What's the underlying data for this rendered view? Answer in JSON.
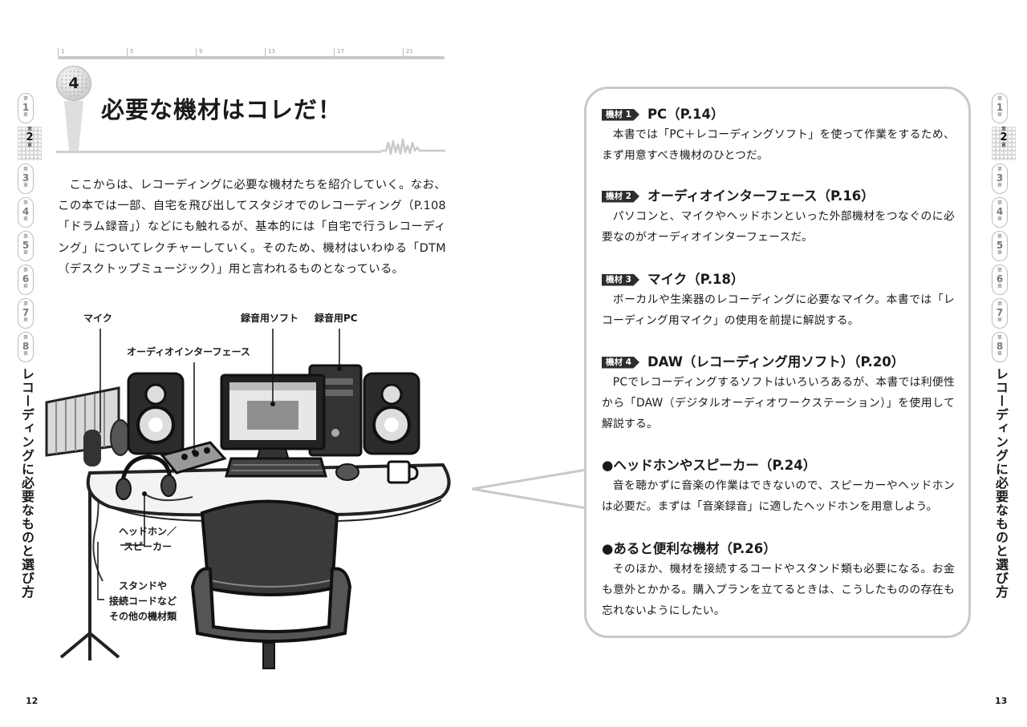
{
  "ruler": {
    "ticks": [
      "1",
      "5",
      "9",
      "13",
      "17",
      "21"
    ]
  },
  "title": {
    "number": "4",
    "text": "必要な機材はコレだ！"
  },
  "intro": "ここからは、レコーディングに必要な機材たちを紹介していく。なお、この本では一部、自宅を飛び出してスタジオでのレコーディング（P.108「ドラム録音」）などにも触れるが、基本的には「自宅で行うレコーディング」についてレクチャーしていく。そのため、機材はいわゆる「DTM（デスクトップミュージック）」用と言われるものとなっている。",
  "illustration": {
    "labels": {
      "mic": "マイク",
      "software": "録音用ソフト",
      "pc": "録音用PC",
      "interface": "オーディオインターフェース",
      "headphones": [
        "ヘッドホン／",
        "スピーカー"
      ],
      "stand": [
        "スタンドや",
        "接続コードなど",
        "その他の機材類"
      ]
    }
  },
  "sections": [
    {
      "tag": "機材 1",
      "heading": "PC（P.14）",
      "body": "本書では「PC＋レコーディングソフト」を使って作業をするため、まず用意すべき機材のひとつだ。"
    },
    {
      "tag": "機材 2",
      "heading": "オーディオインターフェース（P.16）",
      "body": "パソコンと、マイクやヘッドホンといった外部機材をつなぐのに必要なのがオーディオインターフェースだ。"
    },
    {
      "tag": "機材 3",
      "heading": "マイク（P.18）",
      "body": "ボーカルや生楽器のレコーディングに必要なマイク。本書では「レコーディング用マイク」の使用を前提に解説する。"
    },
    {
      "tag": "機材 4",
      "heading": "DAW（レコーディング用ソフト）（P.20）",
      "body": "PCでレコーディングするソフトはいろいろあるが、本書では利便性から「DAW（デジタルオーディオワークステーション）」を使用して解説する。"
    },
    {
      "bullet": "●",
      "heading": "ヘッドホンやスピーカー（P.24）",
      "body": "音を聴かずに音楽の作業はできないので、スピーカーやヘッドホンは必要だ。まずは「音楽録音」に適したヘッドホンを用意しよう。"
    },
    {
      "bullet": "●",
      "heading": "あると便利な機材（P.26）",
      "body": "そのほか、機材を接続するコードやスタンド類も必要になる。お金も意外とかかる。購入プランを立てるときは、こうしたものの存在も忘れないようにしたい。"
    }
  ],
  "chapters": {
    "prefix": "第",
    "suffix": "章",
    "numbers": [
      "1",
      "2",
      "3",
      "4",
      "5",
      "6",
      "7",
      "8"
    ],
    "active": "2",
    "title": "レコーディングに必要なものと選び方"
  },
  "page_numbers": {
    "left": "12",
    "right": "13"
  },
  "colors": {
    "ink": "#1a1a1a",
    "border_gray": "#c9c9c9",
    "tag_bg": "#2d2d2d"
  }
}
